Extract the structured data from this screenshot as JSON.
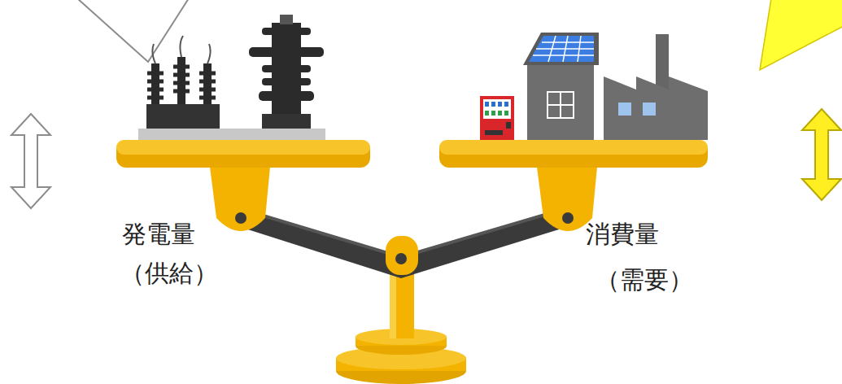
{
  "diagram": {
    "labels": [
      "発電量",
      "（供給）",
      "消費量",
      "（需要）"
    ]
  }
}
